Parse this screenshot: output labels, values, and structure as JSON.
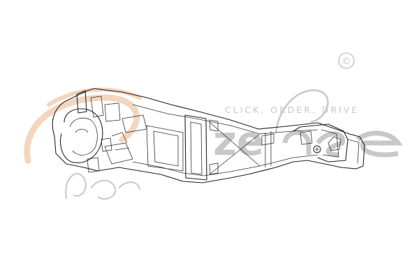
{
  "watermark": {
    "brand_word": "ze",
    "slogan": "CLICK, ORDER, DRIVE",
    "copyright_symbol": "©",
    "colors": {
      "gray": "#c8c8c8",
      "orange": "#f3d6bf"
    }
  },
  "drawing": {
    "subject": "door handle carrier (line drawing)",
    "line_color": "#222222"
  }
}
